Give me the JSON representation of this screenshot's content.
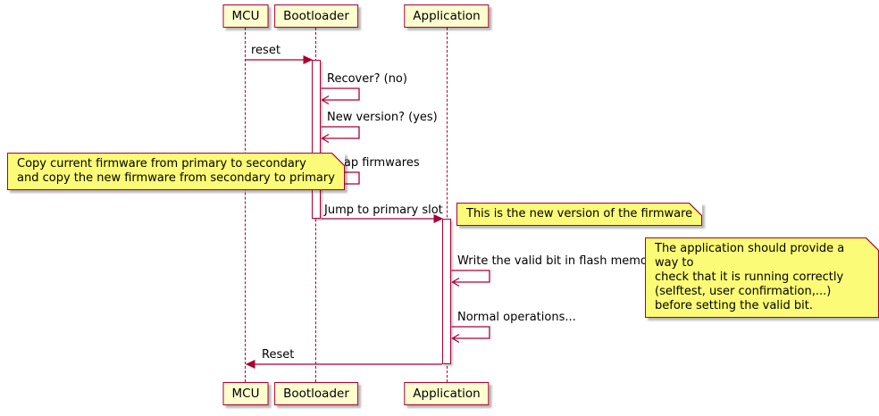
{
  "diagram": {
    "type": "sequence-diagram",
    "participants": [
      {
        "label": "MCU"
      },
      {
        "label": "Bootloader"
      },
      {
        "label": "Application"
      }
    ],
    "messages": [
      {
        "label": "reset",
        "from": "MCU",
        "to": "Bootloader"
      },
      {
        "label": "Recover? (no)",
        "from": "Bootloader",
        "to": "Bootloader"
      },
      {
        "label": "New version? (yes)",
        "from": "Bootloader",
        "to": "Bootloader"
      },
      {
        "label": "Swap firmwares",
        "from": "Bootloader",
        "to": "Bootloader"
      },
      {
        "label": "Jump to primary slot",
        "from": "Bootloader",
        "to": "Application"
      },
      {
        "label": "Write the valid bit in flash memory",
        "from": "Application",
        "to": "Application"
      },
      {
        "label": "Normal operations...",
        "from": "Application",
        "to": "Application"
      },
      {
        "label": "Reset",
        "from": "Application",
        "to": "MCU"
      }
    ],
    "notes": [
      {
        "text": "Copy current firmware from primary to secondary\nand copy the new firmware from secondary to primary",
        "position": "left"
      },
      {
        "text": "This is the new version of the firmware",
        "position": "right"
      },
      {
        "text": "The application should provide a way to\ncheck that it is running correctly\n(selftest, user confirmation,...)\nbefore setting the valid bit.",
        "position": "right"
      }
    ],
    "colors": {
      "border": "#A80036",
      "participant_bg": "#FEFECE",
      "note_bg": "#FBFB77",
      "arrow": "#A80036",
      "background": "#FFFFFF"
    }
  }
}
